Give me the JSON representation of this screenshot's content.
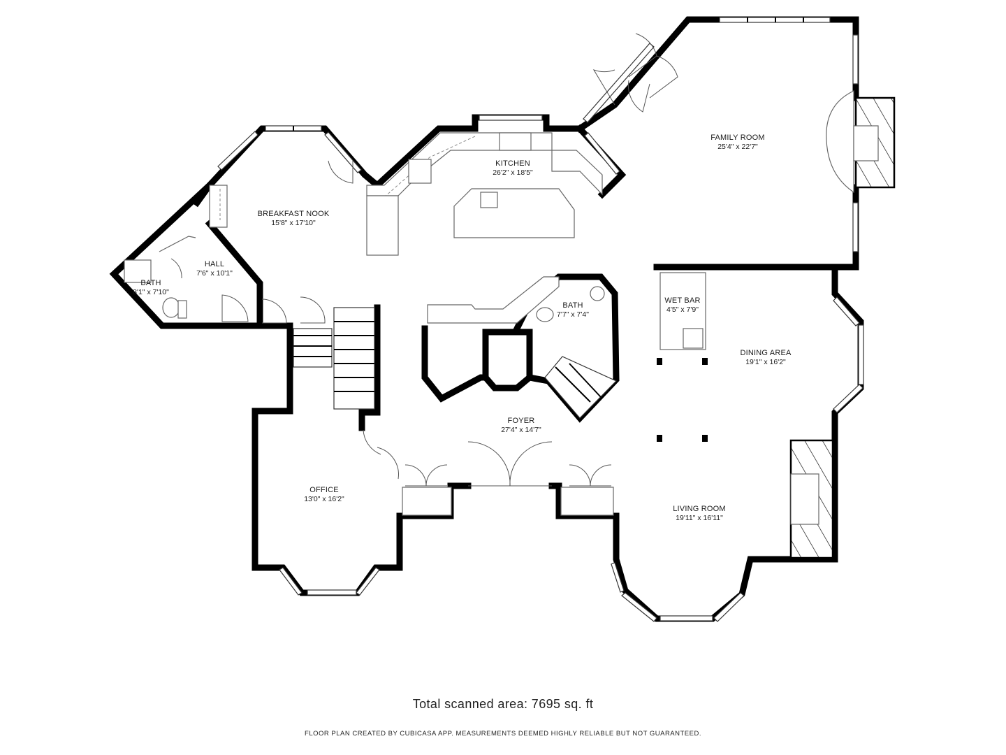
{
  "rooms": {
    "family_room": {
      "name": "FAMILY ROOM",
      "dim": "25'4\" x 22'7\""
    },
    "kitchen": {
      "name": "KITCHEN",
      "dim": "26'2\" x 18'5\""
    },
    "breakfast_nook": {
      "name": "BREAKFAST NOOK",
      "dim": "15'8\" x 17'10\""
    },
    "hall": {
      "name": "HALL",
      "dim": "7'6\" x 10'1\""
    },
    "bath_left": {
      "name": "BATH",
      "dim": "8'1\" x 7'10\""
    },
    "bath_center": {
      "name": "BATH",
      "dim": "7'7\" x 7'4\""
    },
    "wet_bar": {
      "name": "WET BAR",
      "dim": "4'5\" x 7'9\""
    },
    "dining_area": {
      "name": "DINING AREA",
      "dim": "19'1\" x 16'2\""
    },
    "foyer": {
      "name": "FOYER",
      "dim": "27'4\" x 14'7\""
    },
    "office": {
      "name": "OFFICE",
      "dim": "13'0\" x 16'2\""
    },
    "living_room": {
      "name": "LIVING ROOM",
      "dim": "19'11\" x 16'11\""
    }
  },
  "footer": {
    "total_area": "Total scanned area: 7695 sq. ft",
    "disclaimer": "FLOOR PLAN CREATED BY CUBICASA APP. MEASUREMENTS DEEMED HIGHLY RELIABLE BUT NOT GUARANTEED."
  }
}
